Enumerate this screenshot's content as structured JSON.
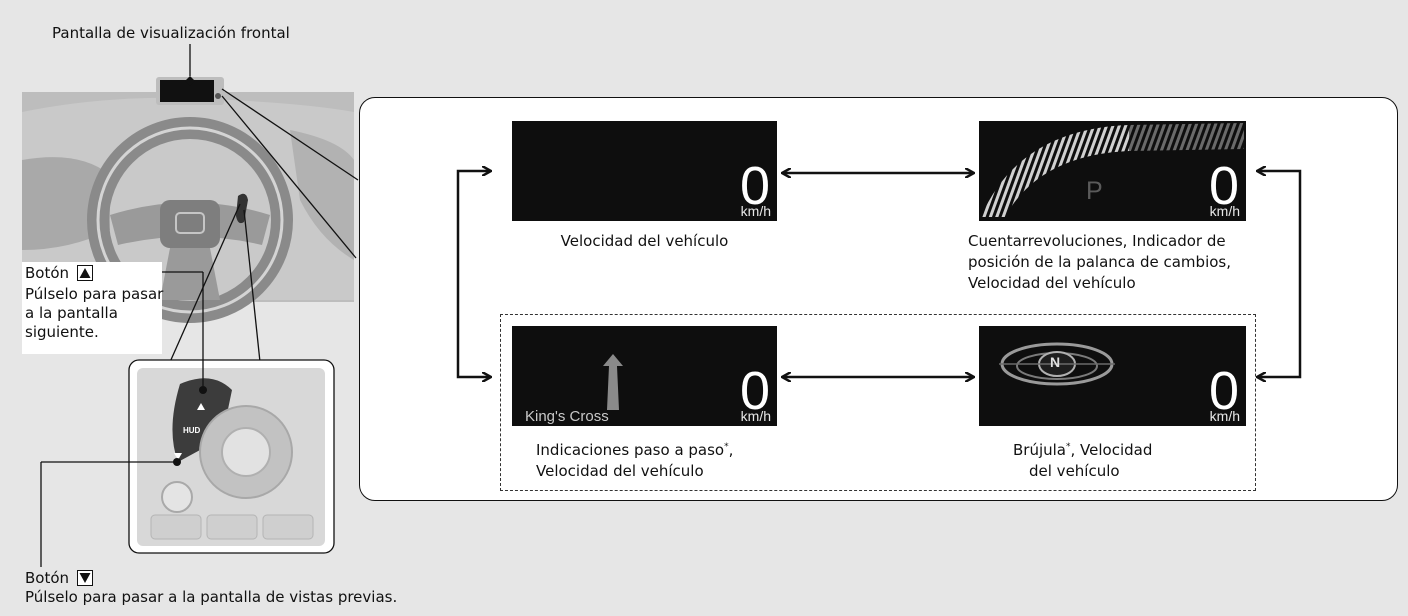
{
  "hud_label": "Pantalla de visualización frontal",
  "button_up": {
    "title": "Botón",
    "lines": [
      "Púlselo para pasar",
      "a la pantalla",
      "siguiente."
    ]
  },
  "button_down": {
    "title": "Botón",
    "desc": "Púlselo para pasar a la pantalla de vistas previas."
  },
  "switch_label": "HUD",
  "screens": [
    {
      "speed": "0",
      "unit": "km/h",
      "caption": [
        "Velocidad del vehículo"
      ]
    },
    {
      "speed": "0",
      "unit": "km/h",
      "gear": "P",
      "caption": [
        "Cuentarrevoluciones, Indicador de",
        "posición de la palanca de cambios,",
        "Velocidad del vehículo"
      ]
    },
    {
      "speed": "0",
      "unit": "km/h",
      "street": "King's Cross",
      "caption_main": "Indicaciones paso a paso",
      "caption_mark": "*",
      "caption_rest": ",",
      "caption_line2": "Velocidad del vehículo"
    },
    {
      "speed": "0",
      "unit": "km/h",
      "compass_letter": "N",
      "caption_main": "Brújula",
      "caption_mark": "*",
      "caption_rest": ", Velocidad",
      "caption_line2": "del vehículo"
    }
  ],
  "colors": {
    "background": "#e6e6e6",
    "screen": "#0e0e0e",
    "panel": "#ffffff"
  }
}
